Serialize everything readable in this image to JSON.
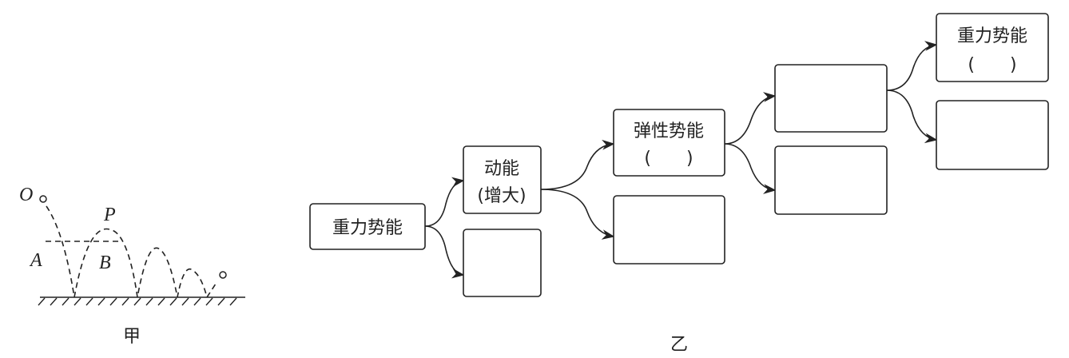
{
  "figure_a": {
    "caption": "甲",
    "labels": {
      "O": "O",
      "P": "P",
      "A": "A",
      "B": "B"
    }
  },
  "figure_b": {
    "caption": "乙",
    "boxes": [
      {
        "line1": "重力势能",
        "line2": ""
      },
      {
        "line1": "动能",
        "line2": "(增大)"
      },
      {
        "line1": "",
        "line2": ""
      },
      {
        "line1": "弹性势能",
        "line2": "(　　)"
      },
      {
        "line1": "",
        "line2": ""
      },
      {
        "line1": "",
        "line2": ""
      },
      {
        "line1": "",
        "line2": ""
      },
      {
        "line1": "重力势能",
        "line2": "(　　)"
      },
      {
        "line1": "",
        "line2": ""
      }
    ]
  }
}
